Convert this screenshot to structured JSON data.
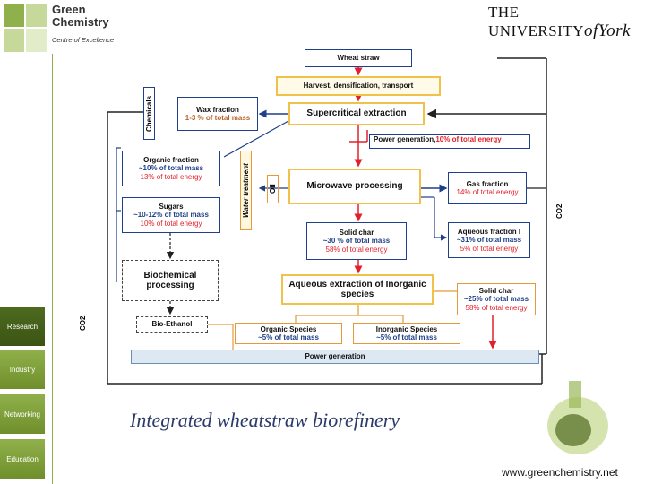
{
  "header": {
    "logo_line1": "Green",
    "logo_line2": "Chemistry",
    "logo_sub": "Centre of Excellence",
    "university_prefix": "THE UNIVERSITY",
    "university_of": "of",
    "university_name": "York"
  },
  "sidebar": {
    "items": [
      {
        "label": "Research"
      },
      {
        "label": "Industry"
      },
      {
        "label": "Networking"
      },
      {
        "label": "Education"
      }
    ]
  },
  "diagram": {
    "wheat_straw": "Wheat straw",
    "harvest": "Harvest, densification, transport",
    "supercritical": "Supercritical extraction",
    "chemicals": "Chemicals",
    "wax_title": "Wax fraction",
    "wax_sub": "1-3 % of total mass",
    "power_gen_top": "Power generation, ",
    "power_gen_top_red": "10% of total energy",
    "organic_title": "Organic fraction",
    "organic_mass": "~10% of total mass",
    "organic_energy": "13% of total energy",
    "water_treatment": "Water treatment",
    "oil": "Oil",
    "microwave": "Microwave processing",
    "gas_title": "Gas fraction",
    "gas_energy": "14% of total energy",
    "co2_right": "CO2",
    "sugars_title": "Sugars",
    "sugars_mass": "~10-12% of total mass",
    "sugars_energy": "10% of total energy",
    "solid_char_title": "Solid char",
    "solid_char_mass": "~30 % of total mass",
    "solid_char_energy": "58% of total energy",
    "aqueous_title": "Aqueous fraction I",
    "aqueous_mass": "~31% of total mass",
    "aqueous_energy": "5% of total energy",
    "biochem": "Biochemical processing",
    "aqueous_extract": "Aqueous extraction of Inorganic species",
    "solid_char2_title": "Solid char",
    "solid_char2_mass": "~25% of total mass",
    "solid_char2_energy": "58% of total energy",
    "co2_left": "CO2",
    "bioethanol": "Bio-Ethanol",
    "organic_species_title": "Organic Species",
    "organic_species_mass": "~5% of total mass",
    "inorganic_species_title": "Inorganic Species",
    "inorganic_species_mass": "~5% of total mass",
    "power_generation": "Power generation"
  },
  "caption": "Integrated wheatstraw biorefinery",
  "url": "www.greenchemistry.net",
  "colors": {
    "accent_green": "#8fb04a",
    "box_blue": "#1f3f8a",
    "box_yellow": "#f0c24a",
    "arrow_red": "#e0202a",
    "caption_blue": "#2a3a6a"
  }
}
